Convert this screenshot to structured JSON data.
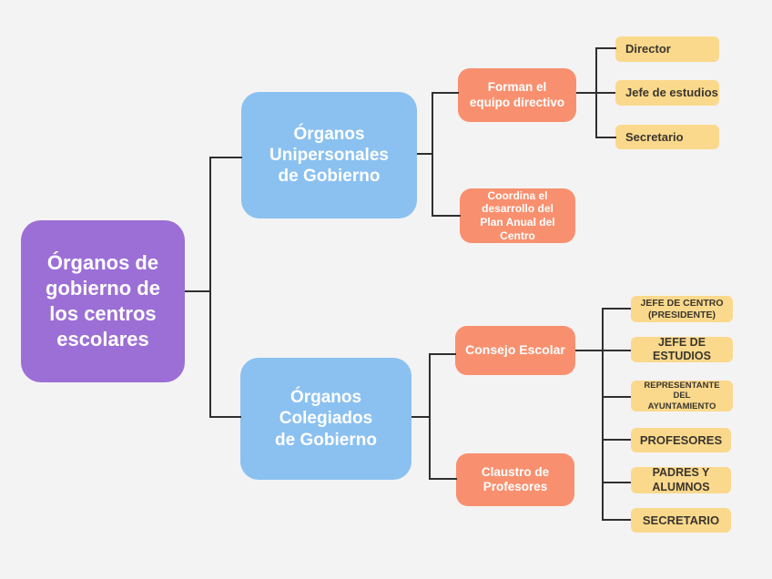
{
  "diagram": {
    "colors": {
      "canvas": "#f4f3f3",
      "root": "#9c6fd6",
      "branch": "#8bc1f0",
      "sub": "#f8906f",
      "leaf": "#fbd98c",
      "line": "#2f2f2f",
      "text_light": "#ffffff",
      "text_dark": "#3a362e"
    },
    "root": {
      "label": "Órganos de\ngobierno de\nlos centros\nescolares"
    },
    "branches": [
      {
        "label": "Órganos\nUnipersonales\nde Gobierno",
        "children": [
          {
            "label": "Forman el\nequipo directivo",
            "children": [
              {
                "label": "Director"
              },
              {
                "label": "Jefe de estudios"
              },
              {
                "label": "Secretario"
              }
            ]
          },
          {
            "label": "Coordina el\ndesarrollo del\nPlan Anual del\nCentro",
            "children": []
          }
        ]
      },
      {
        "label": "Órganos\nColegiados\nde Gobierno",
        "children": [
          {
            "label": "Consejo Escolar",
            "children": [
              {
                "label": "JEFE DE CENTRO\n(PRESIDENTE)"
              },
              {
                "label": "JEFE DE\nESTUDIOS"
              },
              {
                "label": "REPRESENTANTE\nDEL\nAYUNTAMIENTO"
              },
              {
                "label": "PROFESORES"
              },
              {
                "label": "PADRES Y\nALUMNOS"
              },
              {
                "label": "SECRETARIO"
              }
            ]
          },
          {
            "label": "Claustro de\nProfesores",
            "children": []
          }
        ]
      }
    ]
  }
}
